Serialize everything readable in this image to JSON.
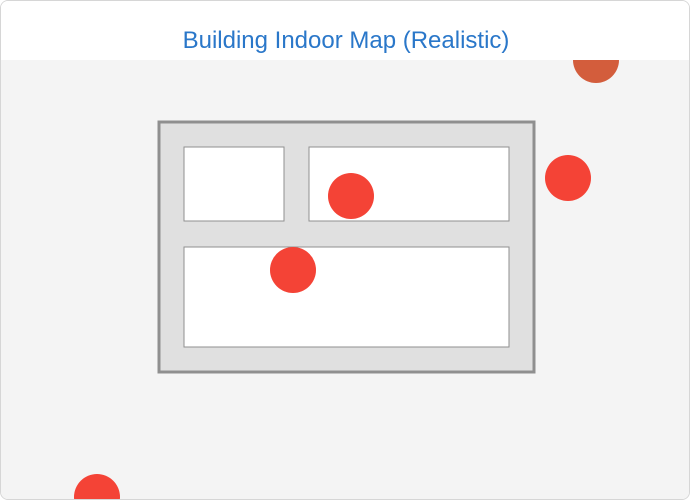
{
  "title": "Building Indoor Map (Realistic)",
  "colors": {
    "title": "#2a77c9",
    "map_background": "#f4f4f4",
    "building_fill": "#e0e0e0",
    "wall_stroke": "#8f8f8f",
    "room_fill": "#ffffff",
    "room_stroke": "#8f8f8f",
    "marker": "#f44336",
    "marker_alt": "#d35d3c"
  },
  "markers": [
    {
      "id": "marker-1",
      "color_key": "marker_alt"
    },
    {
      "id": "marker-2",
      "color_key": "marker"
    },
    {
      "id": "marker-3",
      "color_key": "marker"
    },
    {
      "id": "marker-4",
      "color_key": "marker"
    },
    {
      "id": "marker-5",
      "color_key": "marker"
    }
  ]
}
